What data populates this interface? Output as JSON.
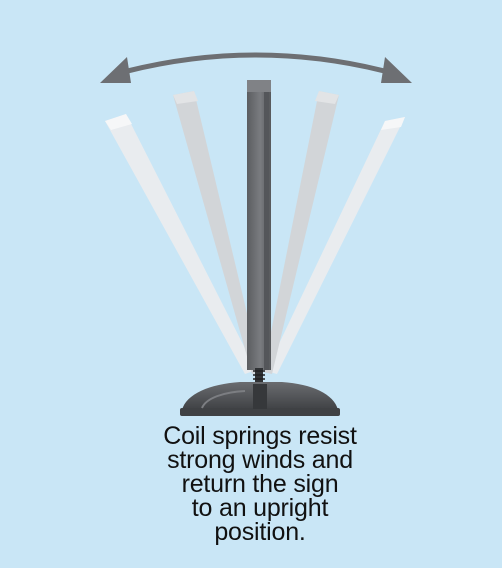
{
  "caption": {
    "lines": [
      "Coil springs resist",
      "strong winds and",
      "return the sign",
      "to an upright",
      "position."
    ]
  },
  "colors": {
    "background": "#c9e6f6",
    "arrow": "#6d6f73",
    "post": "#6b6d70",
    "ghost_post_far": "#e9ecef",
    "ghost_post_near": "#d2d5d8",
    "base": "#4c4e51",
    "caption_text": "#111111"
  },
  "icons": {
    "motion_arrow": "double-headed-curved-arrow-icon",
    "sign_base": "weighted-base-icon",
    "coil_spring": "coil-spring-icon"
  }
}
